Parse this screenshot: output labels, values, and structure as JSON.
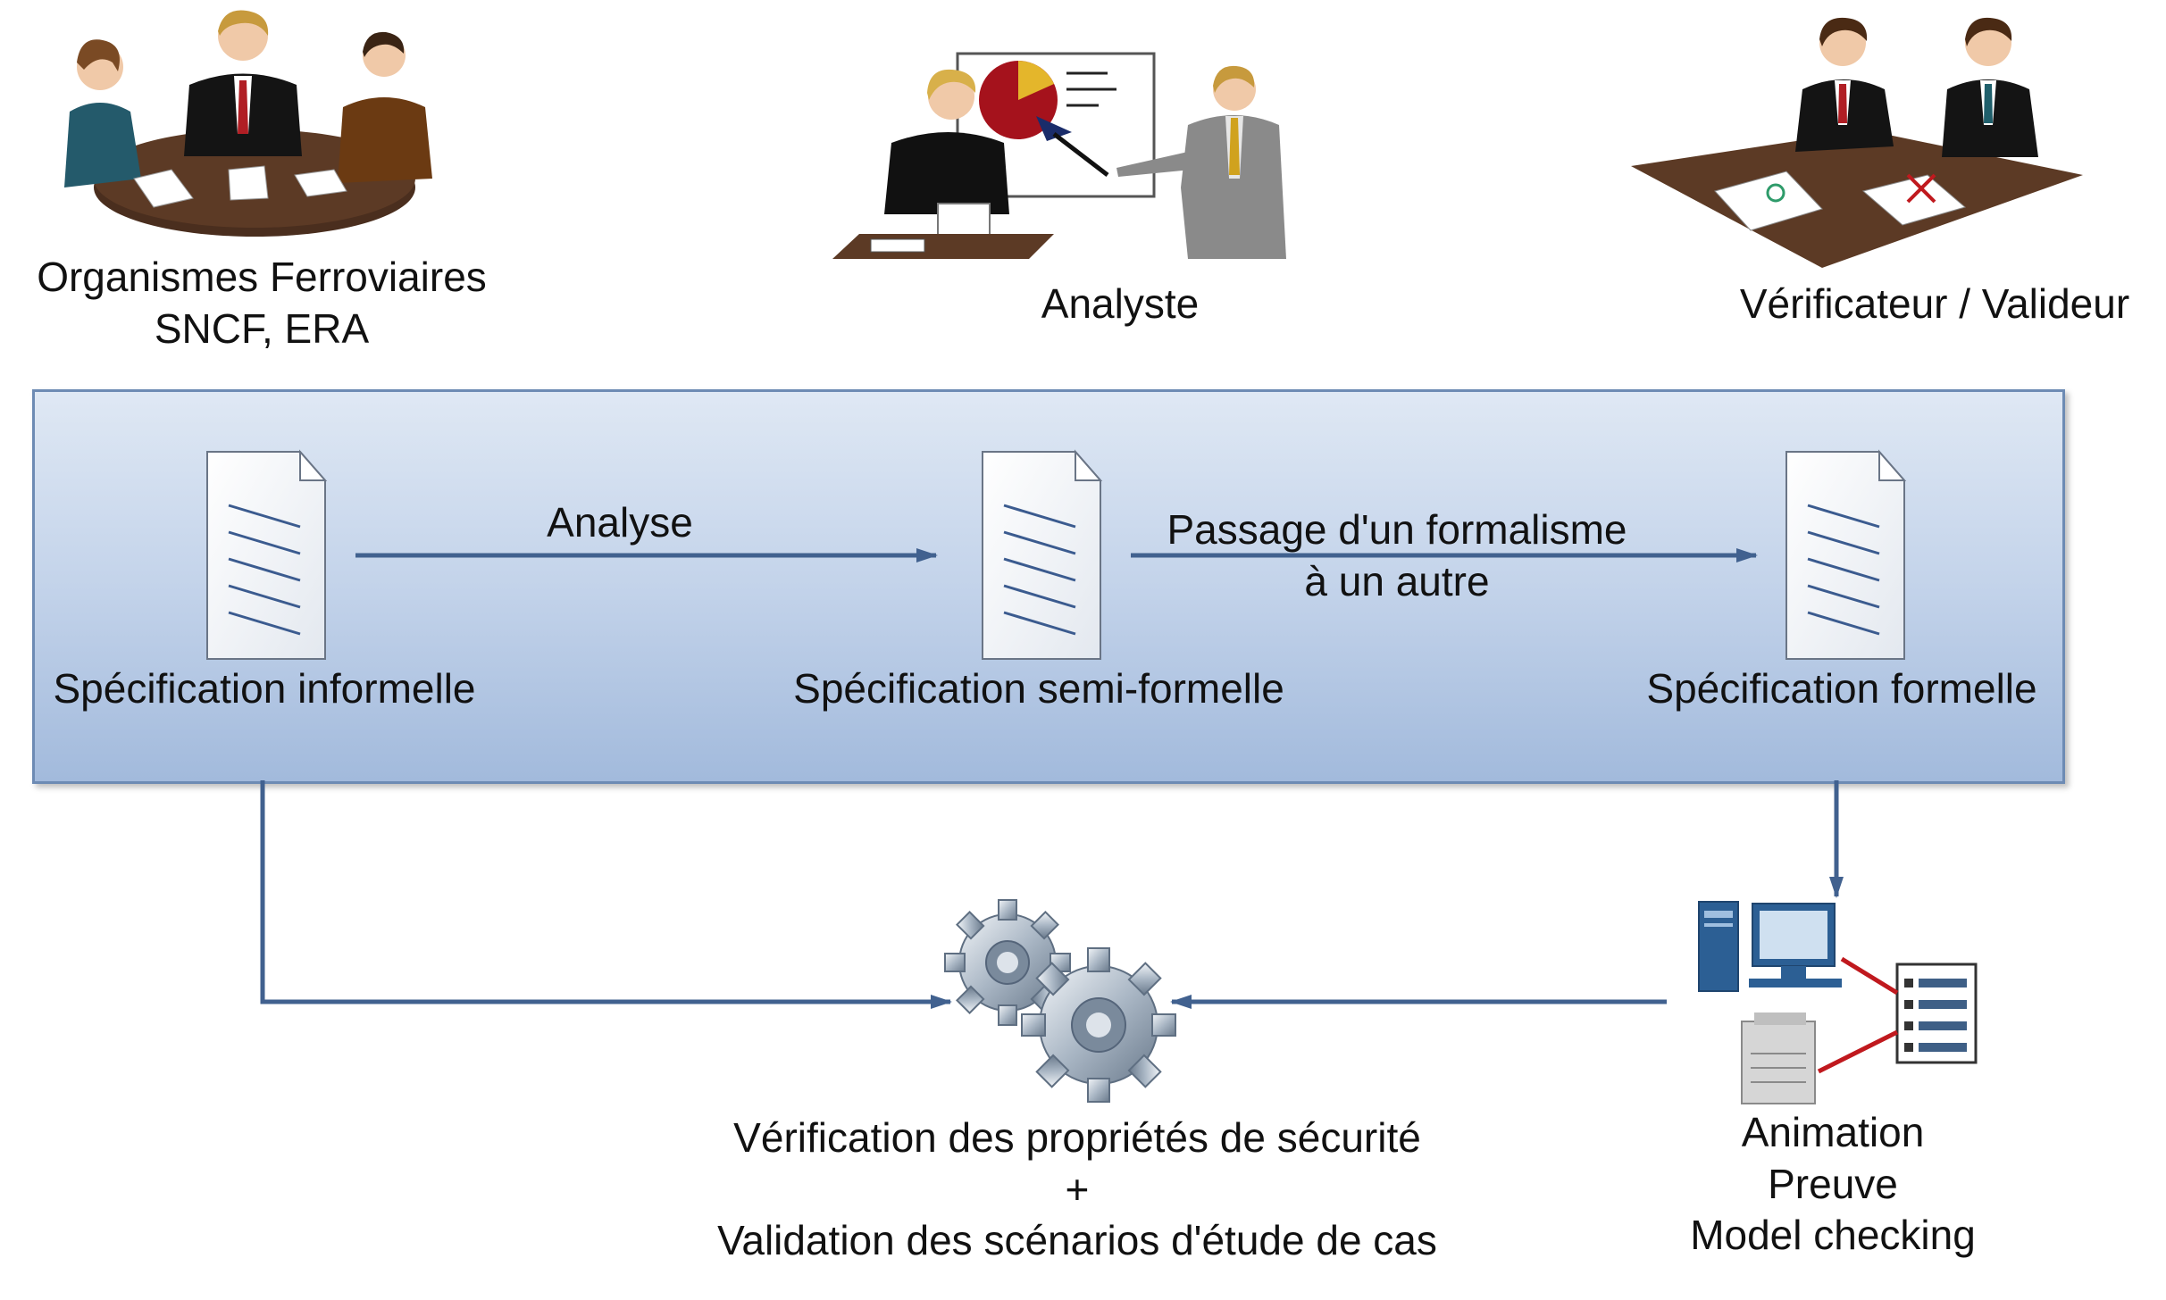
{
  "actors": {
    "railway": {
      "line1": "Organismes Ferroviaires",
      "line2": "SNCF, ERA"
    },
    "analyst": {
      "label": "Analyste"
    },
    "verifier": {
      "label": "Vérificateur / Valideur"
    }
  },
  "specs": {
    "informal": "Spécification informelle",
    "semi": "Spécification semi-formelle",
    "formal": "Spécification formelle"
  },
  "arrows": {
    "analyse": "Analyse",
    "passage_line1": "Passage d'un formalisme",
    "passage_line2": "à un autre"
  },
  "tools": {
    "line1": "Animation",
    "line2": "Preuve",
    "line3": "Model checking"
  },
  "verification": {
    "line1": "Vérification des propriétés de sécurité",
    "line2": "+",
    "line3": "Validation des scénarios d'étude de cas"
  },
  "colors": {
    "arrow": "#41618f",
    "box_border": "#6d8bb4",
    "box_top": "#dfe8f4",
    "box_bottom": "#a2badc",
    "red_line": "#c0191e"
  }
}
